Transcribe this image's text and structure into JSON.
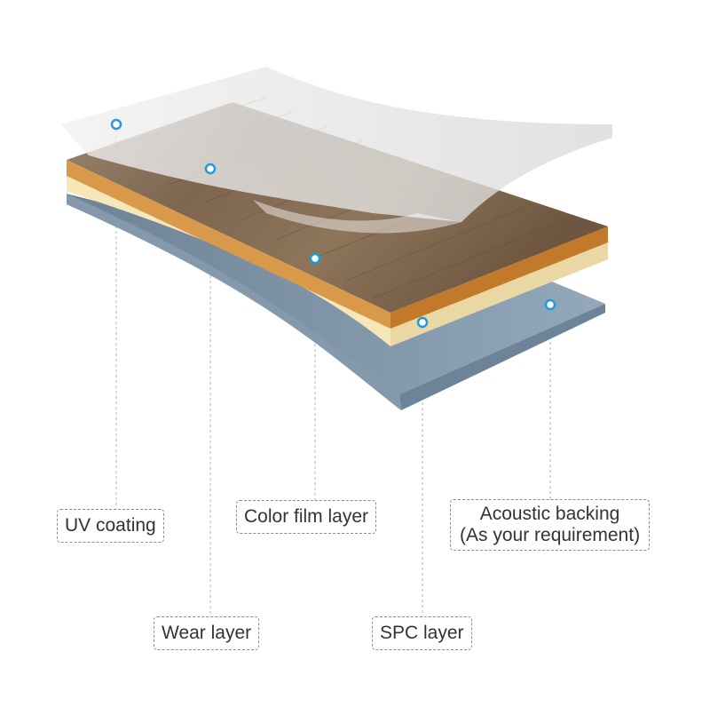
{
  "labels": {
    "uv_coating": "UV coating",
    "wear_layer": "Wear layer",
    "color_film_layer": "Color film layer",
    "spc_layer": "SPC layer",
    "acoustic_backing_line1": "Acoustic backing",
    "acoustic_backing_line2": "(As your requirement)"
  },
  "colors": {
    "uv_film": "#e6e6e6",
    "wood_top": "#8a7257",
    "wood_edge": "#c9852f",
    "color_film": "#f6e7b8",
    "spc_backing": "#8fa4b6",
    "spc_edge": "#7a90a5",
    "marker": "#1e9be0",
    "leader_line": "#b5b5b5"
  }
}
